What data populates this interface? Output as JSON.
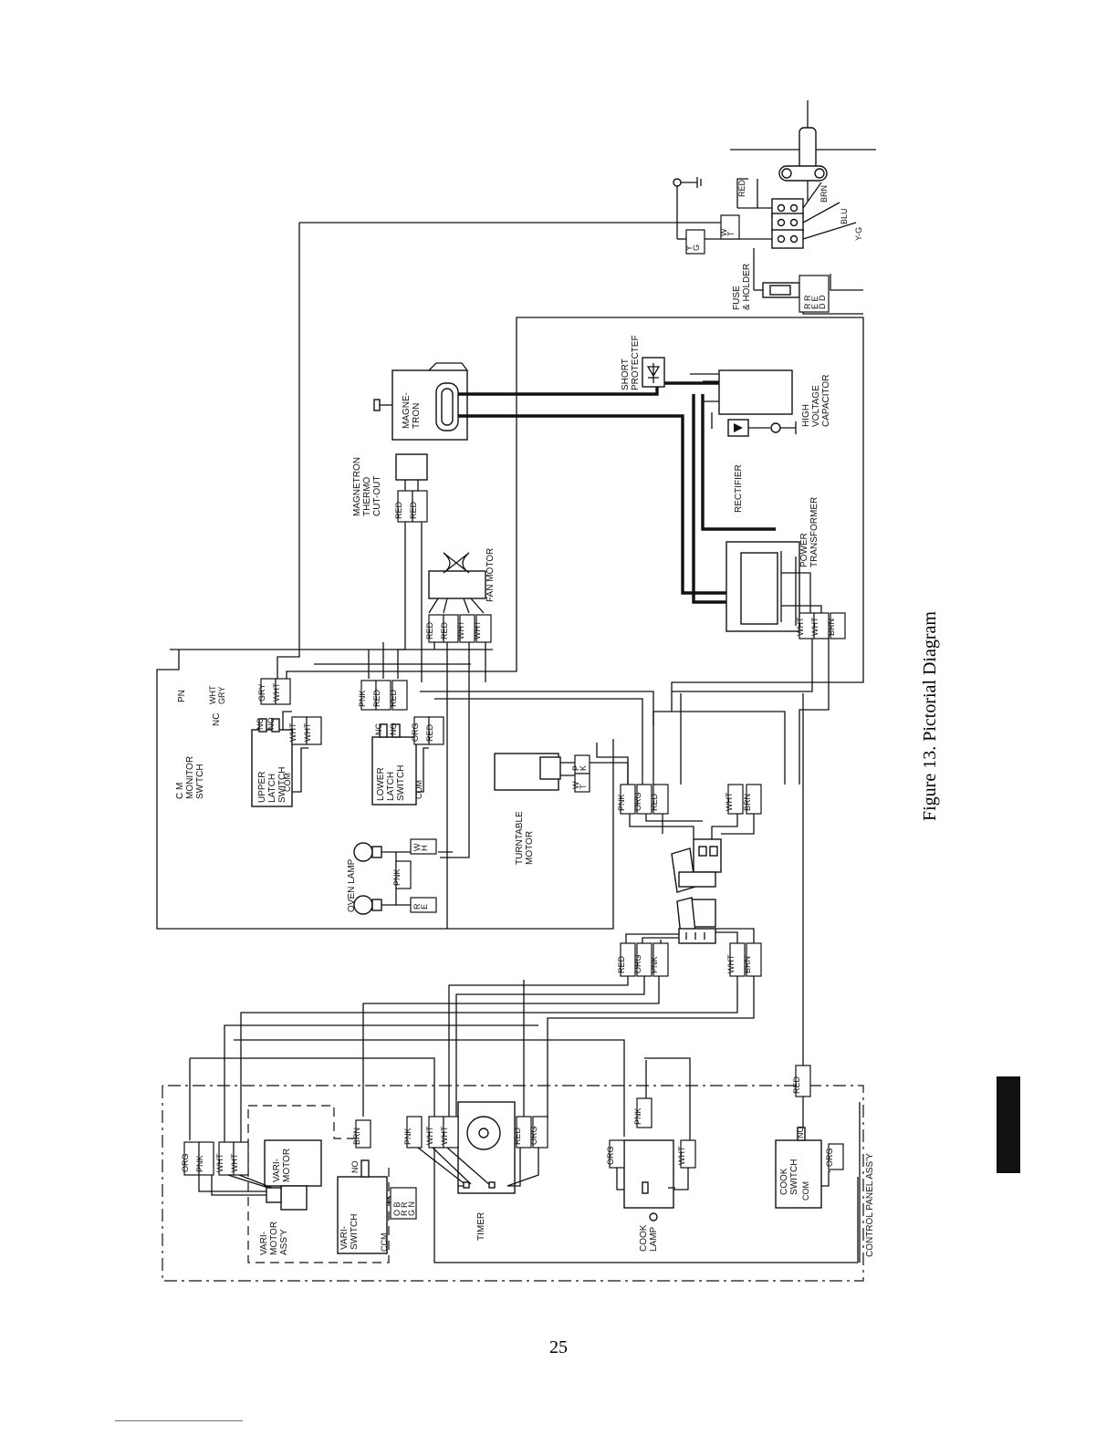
{
  "figure": {
    "caption": "Figure 13.  Pictorial Diagram",
    "page_number": "25"
  },
  "components": [
    {
      "key": "oven_lamp",
      "label": "OVEN LAMP"
    },
    {
      "key": "monitor_switch",
      "label": "C  M\nMONITOR\nSW'TCH"
    },
    {
      "key": "pn",
      "label": "PN"
    },
    {
      "key": "nc",
      "label": "NC"
    },
    {
      "key": "wht_gry",
      "label": "WHT\nGRY"
    },
    {
      "key": "upper_latch",
      "label": "UPPER\nLATCH\nSWITCH"
    },
    {
      "key": "lower_latch",
      "label": "LOWER\nLATCH\nSWITCH"
    },
    {
      "key": "turntable",
      "label": "TURNTABLE\nMOTOR"
    },
    {
      "key": "thermo",
      "label": "MAGNETRON\nTHERMO\nCUT-OUT"
    },
    {
      "key": "fan_motor",
      "label": "FAN MOTOR"
    },
    {
      "key": "magnetron",
      "label": "MAGNE-\nTRON"
    },
    {
      "key": "short_protector",
      "label": "SHORT\nPROTECTEF"
    },
    {
      "key": "hv_capacitor",
      "label": "HIGH\nVOLTAGE\nCAPACITOR"
    },
    {
      "key": "rectifier",
      "label": "RECTIFIER"
    },
    {
      "key": "power_transformer",
      "label": "POWER\nTRANSFORMER"
    },
    {
      "key": "fuse_holder",
      "label": "FUSE\n& HOLDER"
    },
    {
      "key": "vari_motor_assy",
      "label": "VARI-\nMOTOR\nASS'Y"
    },
    {
      "key": "vari_motor",
      "label": "VARI-\nMOTOR"
    },
    {
      "key": "vari_switch",
      "label": "VARI-\nSWITCH"
    },
    {
      "key": "timer",
      "label": "TIMER"
    },
    {
      "key": "cook_lamp",
      "label": "COOK\nLAMP"
    },
    {
      "key": "cook_switch",
      "label": "COOK\nSWITCH"
    },
    {
      "key": "control_panel",
      "label": "CONTROL  PANEL  ASS'Y"
    }
  ],
  "terminals": {
    "com": "COM",
    "nc": "NC",
    "no": "NO",
    "ccm": "CCM"
  },
  "wire_colors": {
    "red": "RED",
    "org": "ORG",
    "pnk": "PNK",
    "wht": "WHT",
    "brn": "BRN",
    "gry": "GRY",
    "blu": "BLU",
    "yg": "Y-G",
    "wh": "W\nH",
    "re": "R\nE",
    "pk": "P\nK",
    "wt": "W\nT",
    "yg_stack": "Y\nG",
    "orbrn": "O B\nR R\nG N",
    "red_stack": "R R\nE E\nD D"
  }
}
